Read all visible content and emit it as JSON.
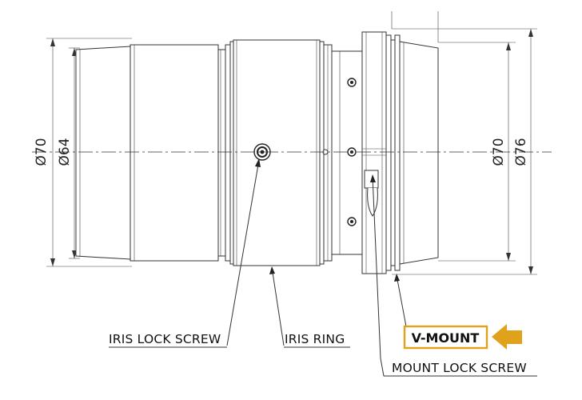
{
  "dimensions": {
    "left_outer": "Ø70",
    "left_inner": "Ø64",
    "right_inner": "Ø70",
    "right_outer": "Ø76"
  },
  "callouts": {
    "iris_lock_screw": "IRIS LOCK SCREW",
    "iris_ring": "IRIS RING",
    "v_mount": "V-MOUNT",
    "mount_lock_screw": "MOUNT LOCK SCREW"
  },
  "colors": {
    "highlight": "#e0a21b",
    "line": "#333333"
  },
  "icons": {
    "v_mount_pointer": "arrow-left-icon"
  }
}
